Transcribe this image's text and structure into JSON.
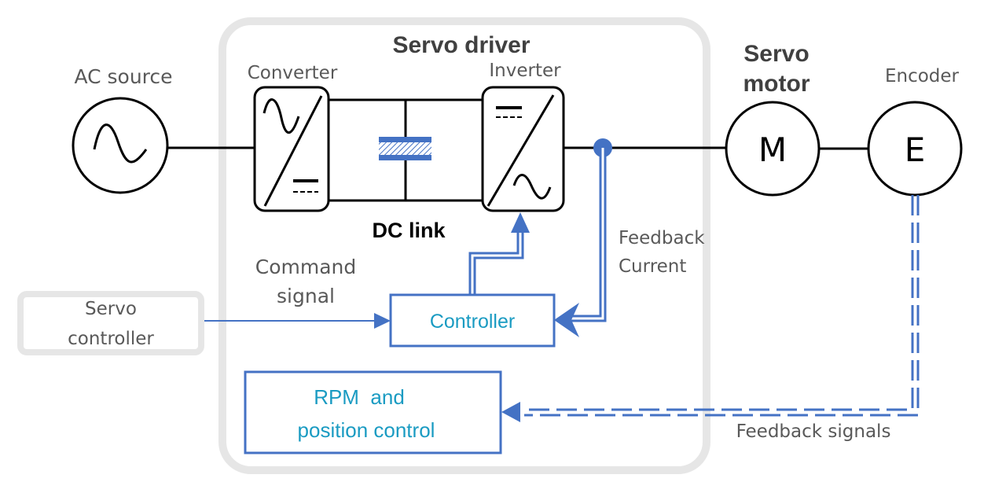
{
  "colors": {
    "accent_blue": "#4472c4",
    "label_blue": "#1a9bc2",
    "frame_gray": "#e6e6e6",
    "text_gray": "#595959",
    "line_black": "#000000"
  },
  "labels": {
    "ac_source": "AC source",
    "servo_driver": "Servo driver",
    "converter": "Converter",
    "inverter": "Inverter",
    "dc_link": "DC link",
    "servo_motor_line1": "Servo",
    "servo_motor_line2": "motor",
    "encoder": "Encoder",
    "motor_symbol": "M",
    "encoder_symbol": "E",
    "feedback_current_line1": "Feedback",
    "feedback_current_line2": "Current",
    "command_signal_line1": "Command",
    "command_signal_line2": "signal",
    "servo_controller_line1": "Servo",
    "servo_controller_line2": "controller",
    "controller": "Controller",
    "rpm_line1": "RPM  and",
    "rpm_line2": "position control",
    "feedback_signals": "Feedback signals"
  },
  "icons": {
    "ac_source": "sine-wave-icon",
    "converter": "ac-to-dc-icon",
    "inverter": "dc-to-ac-icon",
    "capacitor": "capacitor-icon",
    "node": "junction-dot-icon"
  }
}
